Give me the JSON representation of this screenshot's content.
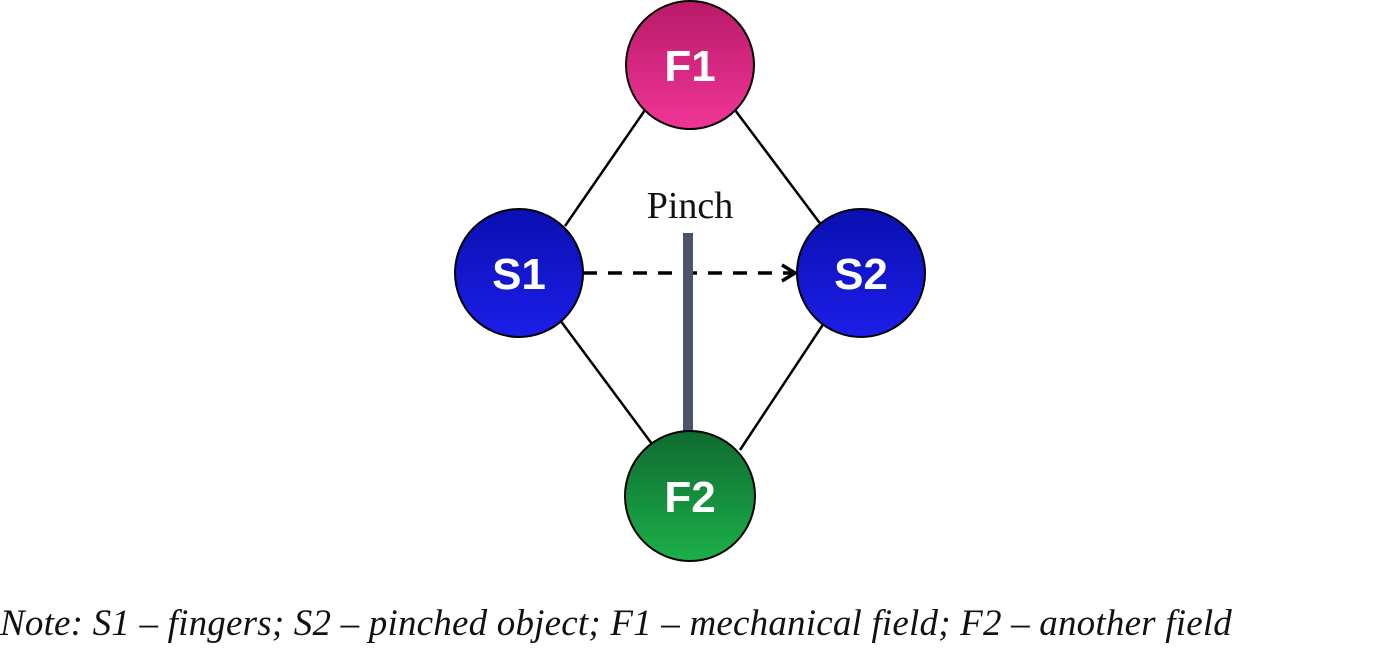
{
  "diagram": {
    "nodes": {
      "f1": {
        "label": "F1",
        "color_top": "#b81a68",
        "color_bottom": "#f03598"
      },
      "s1": {
        "label": "S1",
        "color_top": "#0a0fb0",
        "color_bottom": "#1c1ee8"
      },
      "s2": {
        "label": "S2",
        "color_top": "#0a0fb0",
        "color_bottom": "#1c1ee8"
      },
      "f2": {
        "label": "F2",
        "color_top": "#0f6b30",
        "color_bottom": "#1cb04a"
      }
    },
    "pinch_label": "Pinch",
    "pinch_bar_color": "#4a5568"
  },
  "note": "Note: S1 – fingers; S2 – pinched object; F1 – mechanical field; F2 – another field"
}
